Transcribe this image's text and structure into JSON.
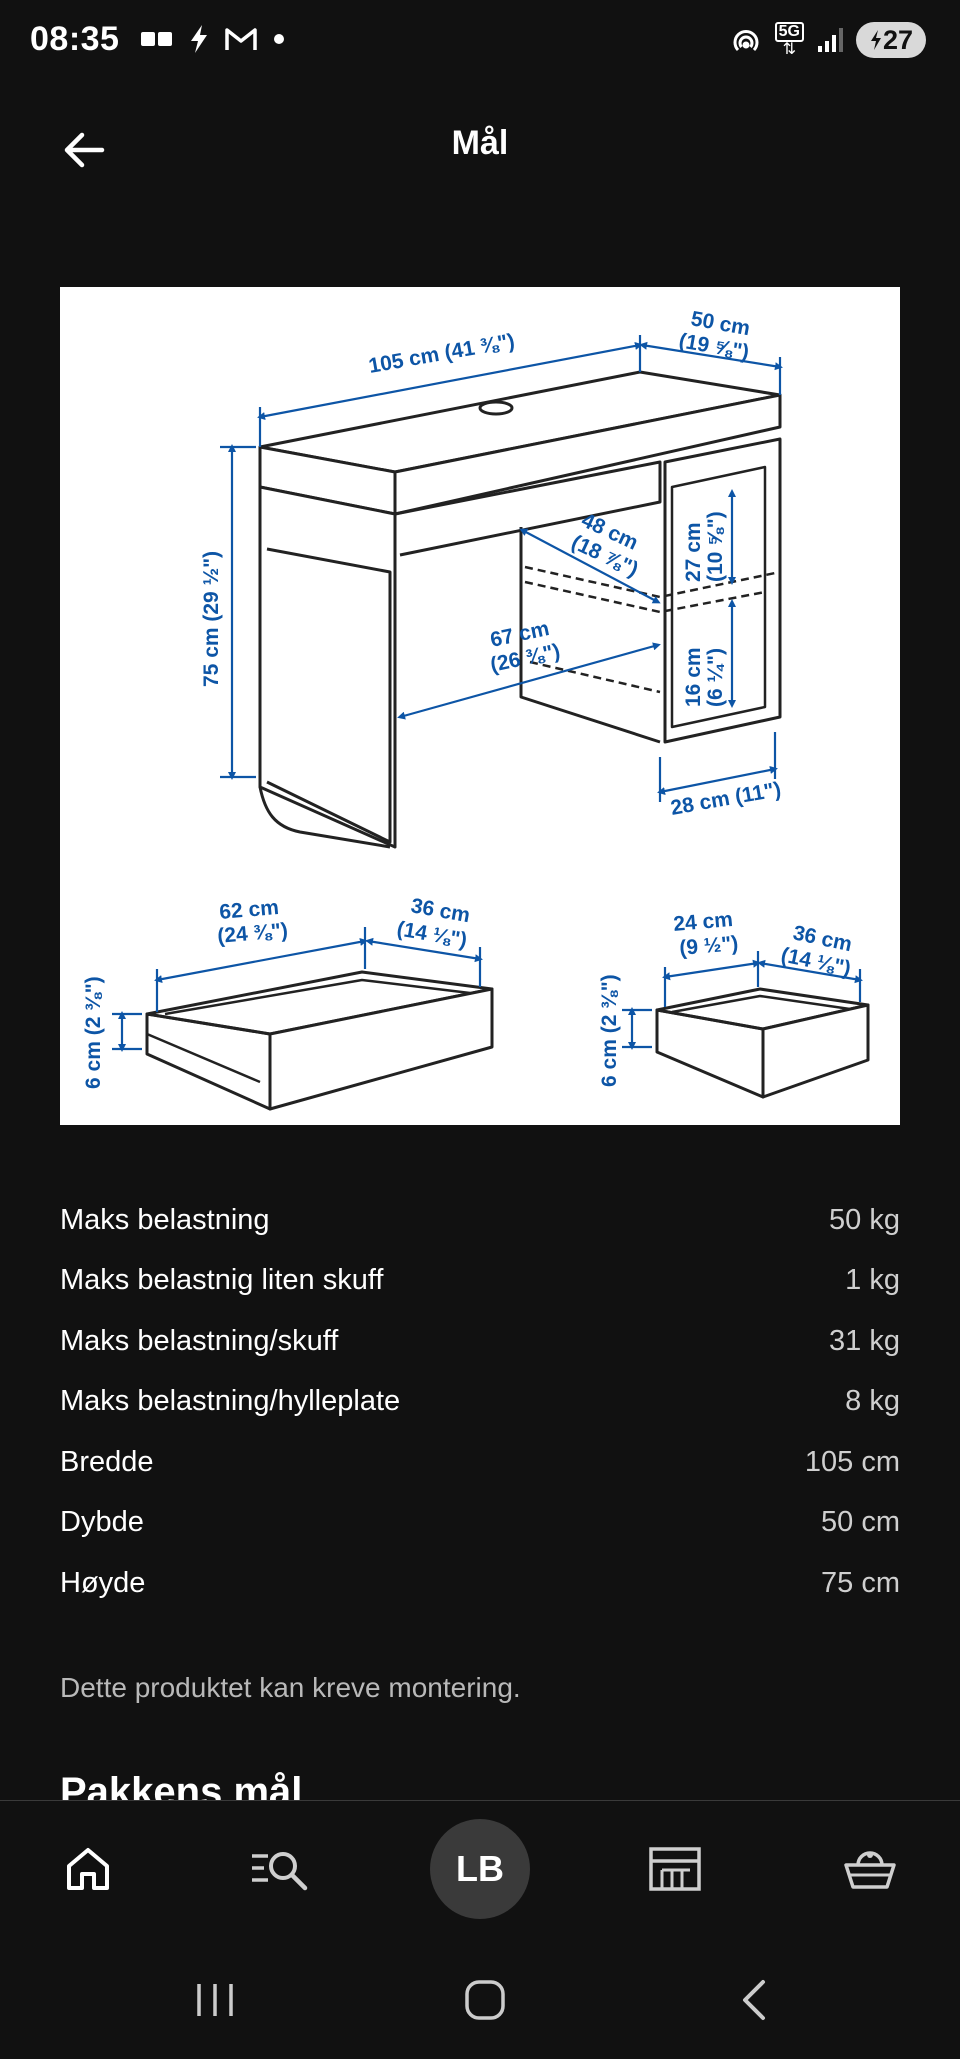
{
  "status_bar": {
    "time": "08:35",
    "network": "5G",
    "battery": "27",
    "icons": [
      "video-icon",
      "bolt-icon",
      "gmail-icon",
      "dot-icon",
      "hotspot-icon",
      "network-5g-icon",
      "signal-icon",
      "battery-icon"
    ]
  },
  "header": {
    "title": "Mål",
    "back_icon": "arrow-left-icon"
  },
  "diagram": {
    "desk": {
      "width": "105 cm (41 ⅜\")",
      "depth_a": "50 cm",
      "depth_b": "(19 ⅝\")",
      "height": "75 cm (29 ½\")",
      "inner_depth_a": "48 cm",
      "inner_depth_b": "(18 ⅞\")",
      "inner_width_a": "67 cm",
      "inner_width_b": "(26 ⅜\")",
      "upper_height_a": "27 cm",
      "upper_height_b": "(10 ⅝\")",
      "lower_height_a": "16 cm",
      "lower_height_b": "(6 ¼\")",
      "shelf_width": "28 cm (11\")"
    },
    "drawer_large": {
      "width_a": "62 cm",
      "width_b": "(24 ⅜\")",
      "depth_a": "36 cm",
      "depth_b": "(14 ⅛\")",
      "height": "6 cm (2 ⅜\")"
    },
    "drawer_small": {
      "width_a": "24 cm",
      "width_b": "(9 ½\")",
      "depth_a": "36 cm",
      "depth_b": "(14 ⅛\")",
      "height": "6 cm (2 ⅜\")"
    }
  },
  "measurements": [
    {
      "label": "Maks belastning",
      "value": "50 kg"
    },
    {
      "label": "Maks belastnig liten skuff",
      "value": "1 kg"
    },
    {
      "label": "Maks belastning/skuff",
      "value": "31 kg"
    },
    {
      "label": "Maks belastning/hylleplate",
      "value": "8 kg"
    },
    {
      "label": "Bredde",
      "value": "105 cm"
    },
    {
      "label": "Dybde",
      "value": "50 cm"
    },
    {
      "label": "Høyde",
      "value": "75 cm"
    }
  ],
  "assembly_note": "Dette produktet kan kreve montering.",
  "next_section": "Pakkens mål",
  "bottom_nav": {
    "avatar_initials": "LB",
    "items": [
      "home-icon",
      "search-list-icon",
      "avatar",
      "store-icon",
      "basket-icon"
    ]
  },
  "system_nav": [
    "recent-apps-icon",
    "home-circle-icon",
    "back-chevron-icon"
  ],
  "colors": {
    "background": "#111111",
    "dimension_blue": "#0d55a6"
  }
}
